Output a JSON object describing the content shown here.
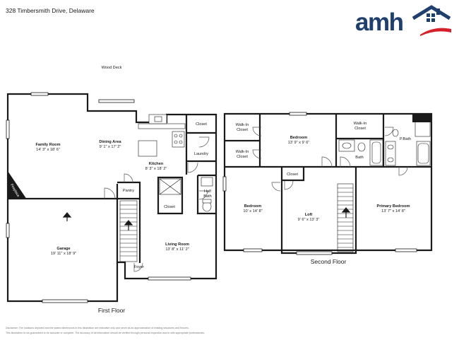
{
  "header": {
    "address": "328 Timbersmith Drive, Delaware",
    "logo_text": "amh",
    "brand_color": "#1f3f6f",
    "accent_color": "#d6202a"
  },
  "first_floor": {
    "caption": "First Floor",
    "deck": "Wood Deck",
    "fireplace": "Fireplace",
    "family_room": {
      "name": "Family Room",
      "dims": "14' 3\" x 18' 6\""
    },
    "dining_area": {
      "name": "Dining Area",
      "dims": "9' 1\" x 17' 2\""
    },
    "kitchen": {
      "name": "Kitchen",
      "dims": "8' 3\" x 18' 2\""
    },
    "closet_top": "Closet",
    "laundry": "Laundry",
    "half_bath": "Half Bath",
    "pantry": "Pantry",
    "closet_mid": "Closet",
    "garage": {
      "name": "Garage",
      "dims": "19' 11\" x 18' 9\""
    },
    "living_room": {
      "name": "Living Room",
      "dims": "13' 8\" x 11' 2\""
    },
    "foyer": "Foyer"
  },
  "second_floor": {
    "caption": "Second Floor",
    "walkin_1": "Walk-In Closet",
    "walkin_2": "Walk-In Closet",
    "walkin_3": "Walk-In Closet",
    "bedroom_top": {
      "name": "Bedroom",
      "dims": "13' 9\" x 9' 6\""
    },
    "bath": "Bath",
    "pbath": "P.Bath",
    "bedroom_left": {
      "name": "Bedroom",
      "dims": "10' x 14' 8\""
    },
    "closet": "Closet",
    "loft": {
      "name": "Loft",
      "dims": "9' 6\" x 13' 3\""
    },
    "primary_bedroom": {
      "name": "Primary Bedroom",
      "dims": "13' 7\" x 14' 8\""
    }
  },
  "disclaimer": {
    "line1": "Disclaimer: The locations depicted and the stated dimensions in this illustration are indicative only and serve as an approximation of existing structures and fixtures.",
    "line2": "This illustration is not guaranteed to be accurate or complete. The accuracy of all information should be verified through personal inspection and in with appropriate professionals."
  }
}
